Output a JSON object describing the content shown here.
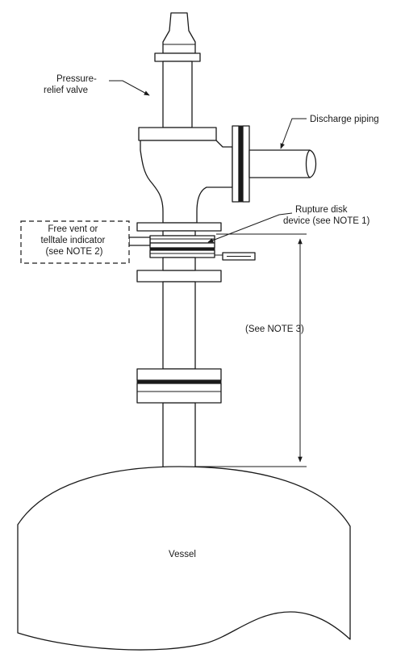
{
  "labels": {
    "pressure_relief_valve": [
      "Pressure-",
      "relief valve"
    ],
    "discharge_piping": "Discharge piping",
    "rupture_disk_device": [
      "Rupture disk",
      "device (see NOTE 1)"
    ],
    "free_vent": [
      "Free vent or",
      "telltale indicator",
      "(see NOTE 2)"
    ],
    "see_note_3": "(See NOTE 3)",
    "vessel": "Vessel"
  },
  "colors": {
    "line": "#1a1a1a",
    "background": "#ffffff"
  }
}
